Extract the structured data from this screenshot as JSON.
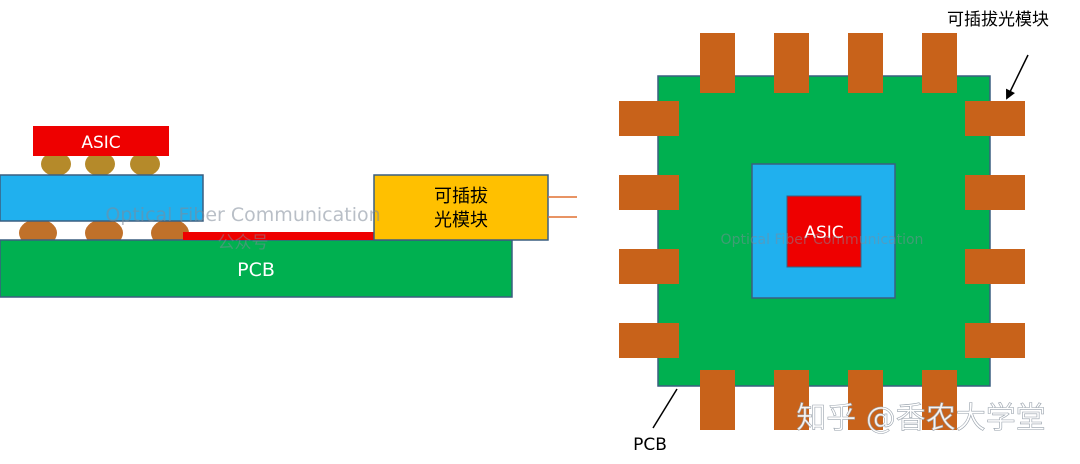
{
  "side_view": {
    "asic_label": "ASIC",
    "pcb_label": "PCB",
    "module_label_line1": "可插拔",
    "module_label_line2": "光模块",
    "watermark_line1": "Optical Fiber Communication",
    "watermark_line2": "公众号"
  },
  "top_view": {
    "asic_label": "ASIC",
    "module_label": "可插拔光模块",
    "pcb_label": "PCB",
    "watermark": "Optical Fiber Communication",
    "pins_per_side": 4
  },
  "credit": "知乎 @香农大学堂",
  "colors": {
    "pcb_green": "#00b050",
    "substrate_blue": "#20b0ee",
    "asic_red": "#ee0000",
    "module_yellow": "#ffc000",
    "pin_brown": "#c8621a",
    "bump_olive": "#b58a2a",
    "bump_brown": "#c0712a",
    "trace_red": "#ee0000",
    "fiber_orange": "#e07030",
    "outline": "#3a5f80"
  }
}
